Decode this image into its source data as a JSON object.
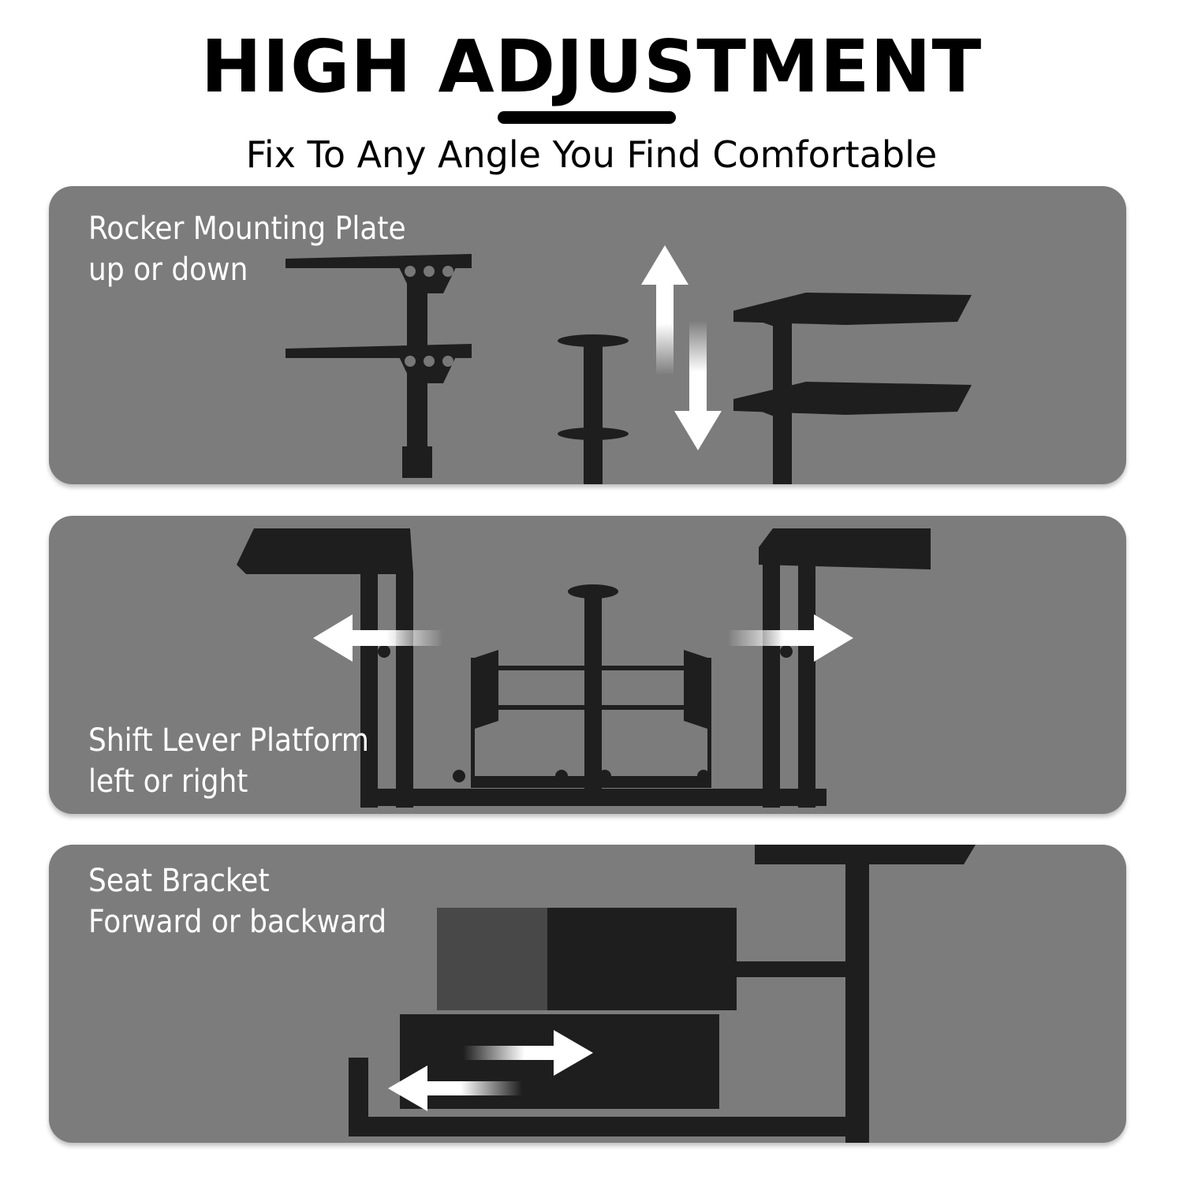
{
  "header": {
    "title": "HIGH ADJUSTMENT",
    "subtitle": "Fix To Any Angle You Find Comfortable"
  },
  "panels": [
    {
      "label_line1": "Rocker Mounting Plate",
      "label_line2": "up or down",
      "illustration": "rocker-mounting-plate-stands",
      "arrows": [
        "up-arrow-icon",
        "down-arrow-icon"
      ]
    },
    {
      "label_line1": "Shift Lever Platform",
      "label_line2": "left or right",
      "illustration": "shift-lever-platform-frame",
      "arrows": [
        "left-arrow-icon",
        "right-arrow-icon"
      ]
    },
    {
      "label_line1": "Seat Bracket",
      "label_line2": "Forward or backward",
      "illustration": "seat-bracket-frame",
      "arrows": [
        "right-arrow-icon",
        "left-arrow-icon"
      ]
    }
  ],
  "colors": {
    "panel_background": "#7c7c7c",
    "metal": "#1e1e1e",
    "label_text": "#ffffff",
    "arrow": "#ffffff"
  }
}
